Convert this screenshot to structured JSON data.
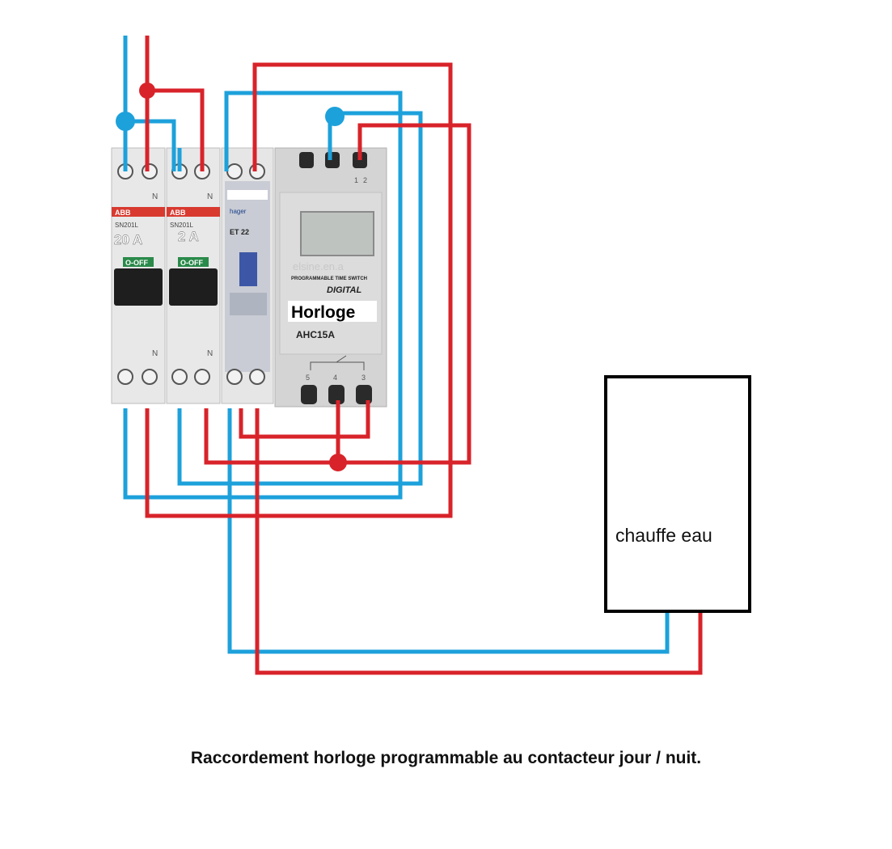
{
  "colors": {
    "live": "#d8232a",
    "neutral": "#1da1db",
    "device_body": "#e4e4e4",
    "timer_body": "#d6d6d6",
    "handle": "#1e1e1e",
    "green_label": "#2a8a4a",
    "brand_red": "#c9302c",
    "water_heater_border": "#000000"
  },
  "breakers": [
    {
      "brand": "ABB",
      "model": "SN201L",
      "rating_label": "20 A",
      "switch_label": "O-OFF",
      "terminal_label": "N"
    },
    {
      "brand": "ABB",
      "model": "SN201L",
      "rating_label": "2 A",
      "switch_label": "O-OFF",
      "terminal_label": "N"
    }
  ],
  "contactor": {
    "brand": "hager",
    "model": "ET 22"
  },
  "timer": {
    "label": "Horloge",
    "watermark": "elsine.en.a",
    "subtitle": "PROGRAMMABLE TIME SWITCH",
    "brand": "DIGITAL",
    "model": "AHC15A",
    "terminals_top": [
      "1",
      "2"
    ],
    "terminals_bottom": [
      "5",
      "4",
      "3"
    ]
  },
  "water_heater": {
    "label": "chauffe eau"
  },
  "caption": "Raccordement horloge programmable au contacteur jour / nuit.",
  "icons": [
    "junction-dot-icon",
    "screw-terminal-icon",
    "toggle-handle-icon",
    "lcd-display-icon"
  ]
}
